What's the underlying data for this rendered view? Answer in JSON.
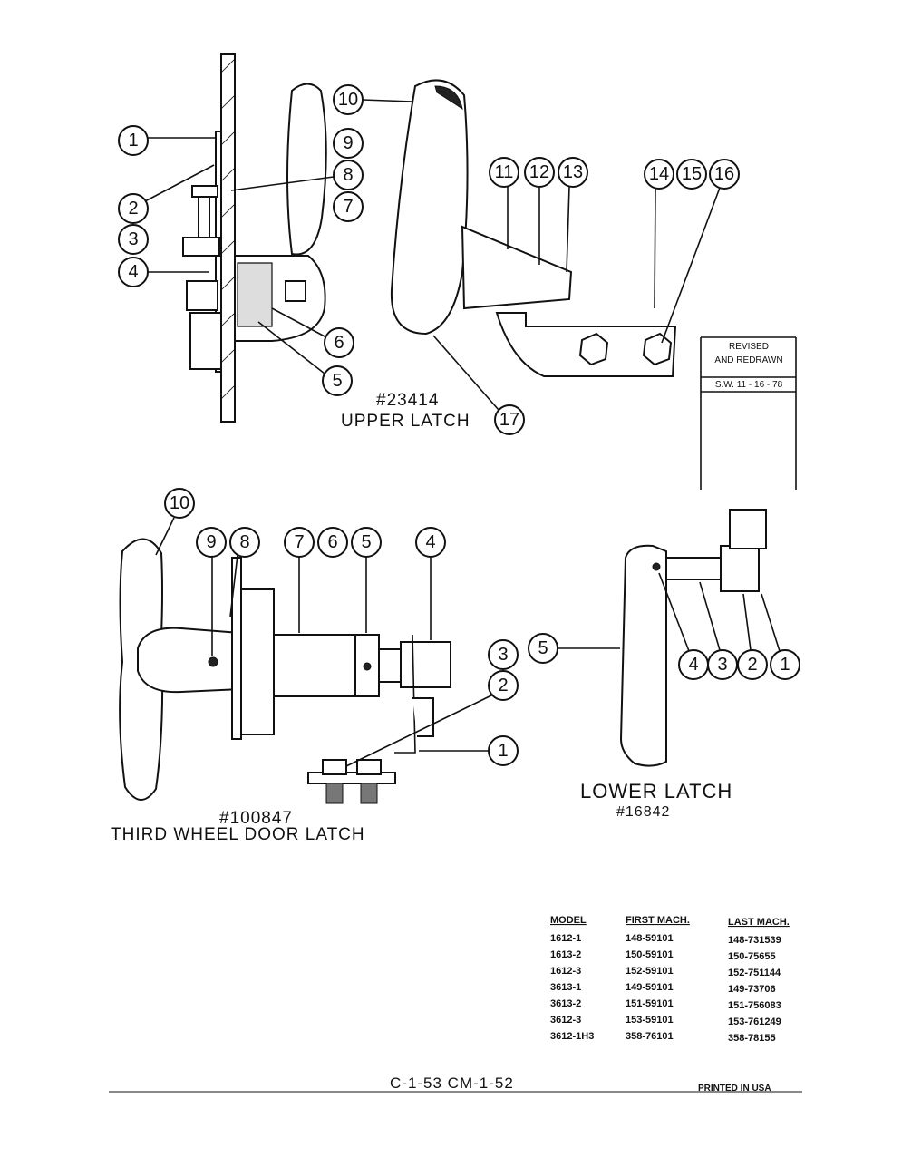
{
  "upper_latch": {
    "part_number": "#23414",
    "title": "UPPER LATCH",
    "callouts": [
      "1",
      "2",
      "3",
      "4",
      "5",
      "6",
      "7",
      "8",
      "9",
      "10",
      "11",
      "12",
      "13",
      "14",
      "15",
      "16",
      "17"
    ]
  },
  "third_wheel_latch": {
    "part_number": "#100847",
    "title": "THIRD WHEEL DOOR LATCH",
    "callouts": [
      "1",
      "2",
      "3",
      "4",
      "5",
      "6",
      "7",
      "8",
      "9",
      "10"
    ]
  },
  "lower_latch": {
    "part_number": "#16842",
    "title": "LOWER LATCH",
    "callouts": [
      "1",
      "2",
      "3",
      "4",
      "5"
    ]
  },
  "revision": {
    "line1": "REVISED",
    "line2": "AND REDRAWN",
    "line3": "S.W. 11 - 16 - 78"
  },
  "model_table": {
    "headers": [
      "MODEL",
      "FIRST MACH.",
      "LAST MACH."
    ],
    "rows": [
      [
        "1612-1",
        "148-59101",
        "148-731539"
      ],
      [
        "1613-2",
        "150-59101",
        "150-75655"
      ],
      [
        "1612-3",
        "152-59101",
        "152-751144"
      ],
      [
        "3613-1",
        "149-59101",
        "149-73706"
      ],
      [
        "3613-2",
        "151-59101",
        "151-756083"
      ],
      [
        "3612-3",
        "153-59101",
        "153-761249"
      ],
      [
        "3612-1H3",
        "358-76101",
        "358-78155"
      ]
    ]
  },
  "footer": {
    "page_code": "C-1-53  CM-1-52",
    "printed": "PRINTED IN USA"
  }
}
